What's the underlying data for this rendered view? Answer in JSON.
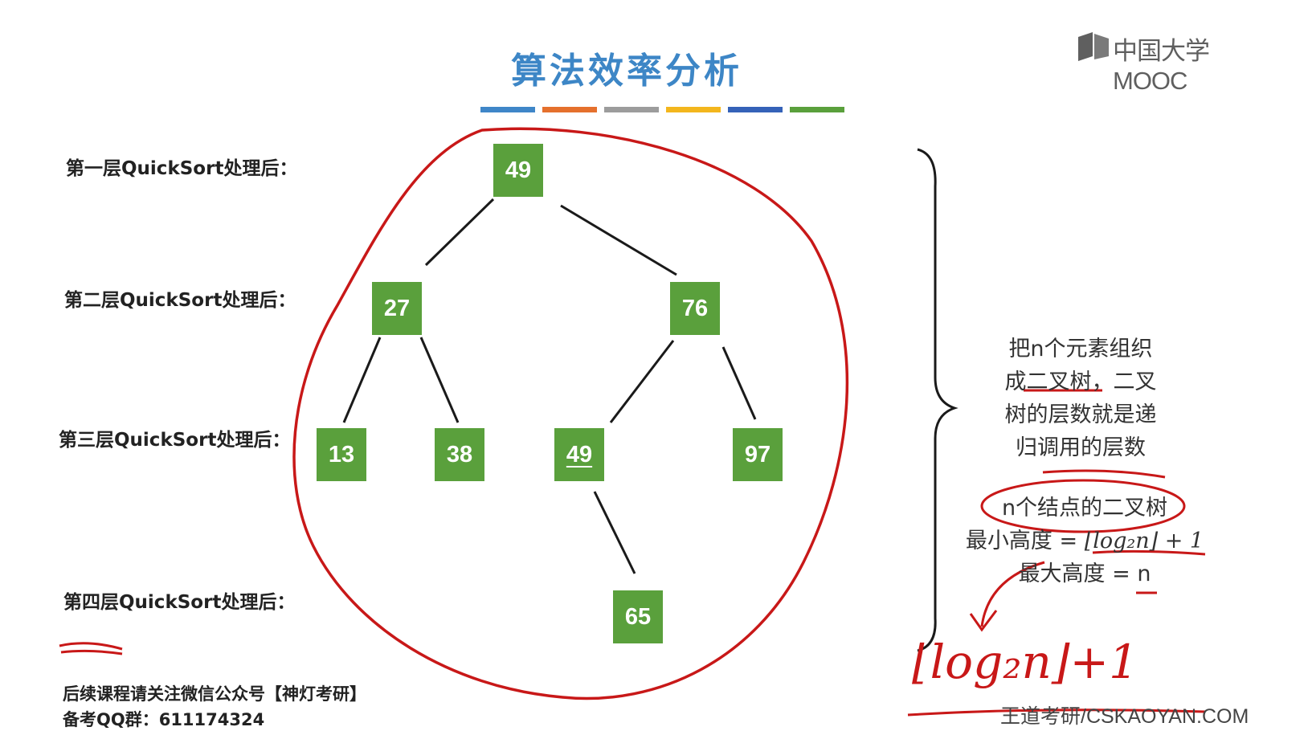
{
  "title": "算法效率分析",
  "logo": {
    "text": "中国大学MOOC",
    "icon": "mooc-book-icon"
  },
  "color_bar": [
    "#3f86c8",
    "#e5702d",
    "#9c9c9c",
    "#f3b61d",
    "#3562b8",
    "#5aa03c"
  ],
  "levels": [
    "第一层QuickSort处理后：",
    "第二层QuickSort处理后：",
    "第三层QuickSort处理后：",
    "第四层QuickSort处理后："
  ],
  "tree": {
    "node_color": "#5aa03c",
    "nodes": [
      "49",
      "27",
      "76",
      "13",
      "38",
      "49",
      "97",
      "65"
    ]
  },
  "note": {
    "line1": "把n个元素组织",
    "line2": "成二叉树，二叉",
    "line3": "树的层数就是递",
    "line4": "归调用的层数"
  },
  "formula": {
    "heading": "n个结点的二叉树",
    "min_label": "最小高度 = ",
    "min_math": "⌊log₂n⌋ + 1",
    "max_label": "最大高度 = ",
    "max_value": "n"
  },
  "handwriting": "⌊log₂n⌋+1",
  "footer": {
    "line1": "后续课程请关注微信公众号【神灯考研】",
    "line2": "备考QQ群：611174324"
  },
  "watermark": "王道考研/CSKAOYAN.COM",
  "ink_color": "#c81818"
}
